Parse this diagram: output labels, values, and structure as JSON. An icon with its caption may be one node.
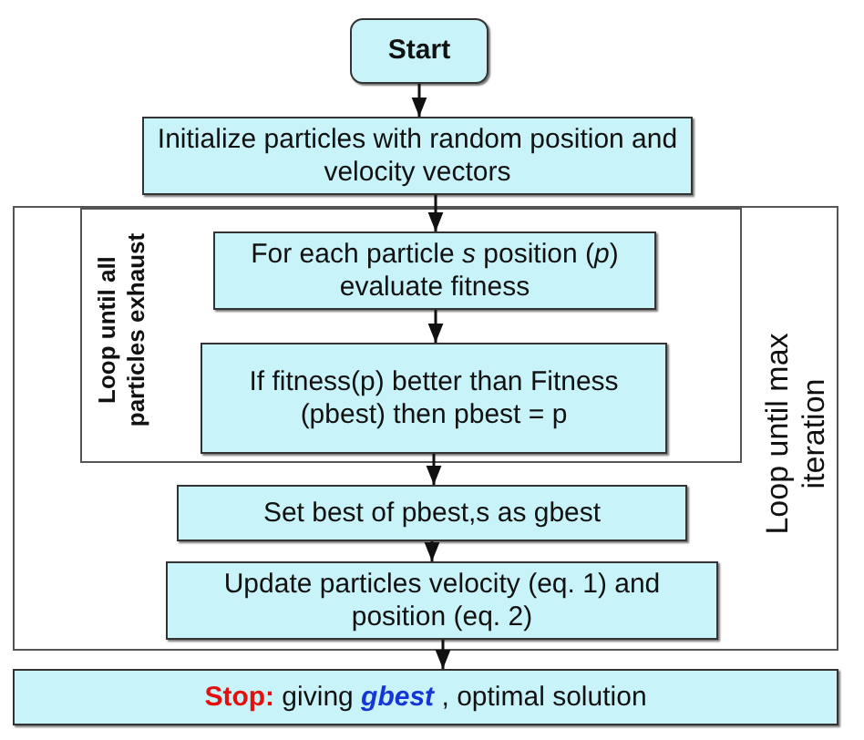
{
  "diagram": {
    "nodes": [
      {
        "text": [
          "Start"
        ]
      },
      {
        "text": [
          "Initialize particles with random position and velocity vectors"
        ]
      },
      {
        "text": [
          "Loop until max iteration"
        ]
      },
      {
        "text": [
          "Loop until all particles exhaust"
        ],
        "in": 2
      },
      {
        "text": [
          "For each particle *s* position (*p*) evaluate fitness"
        ],
        "in": 3
      },
      {
        "text": [
          "If  fitness(p) better than Fitness (pbest) then pbest = p"
        ],
        "in": 3
      },
      {
        "text": [
          "Set best of pbest,s as  gbest"
        ],
        "in": 2
      },
      {
        "text": [
          "Update particles velocity (eq. 1) and position (eq. 2)"
        ],
        "in": 2
      },
      {
        "text": [
          "**Stop:** giving *gbest* , optimal solution"
        ]
      }
    ],
    "edges": [
      {
        "from": 0,
        "to": 1,
        "arrow": "to"
      },
      {
        "from": 1,
        "to": 4,
        "arrow": "to"
      },
      {
        "from": 4,
        "to": 5,
        "arrow": "to"
      },
      {
        "from": 5,
        "to": 6,
        "arrow": "to"
      },
      {
        "from": 6,
        "to": 7,
        "arrow": "to"
      },
      {
        "from": 7,
        "to": 8,
        "arrow": "to"
      }
    ]
  }
}
